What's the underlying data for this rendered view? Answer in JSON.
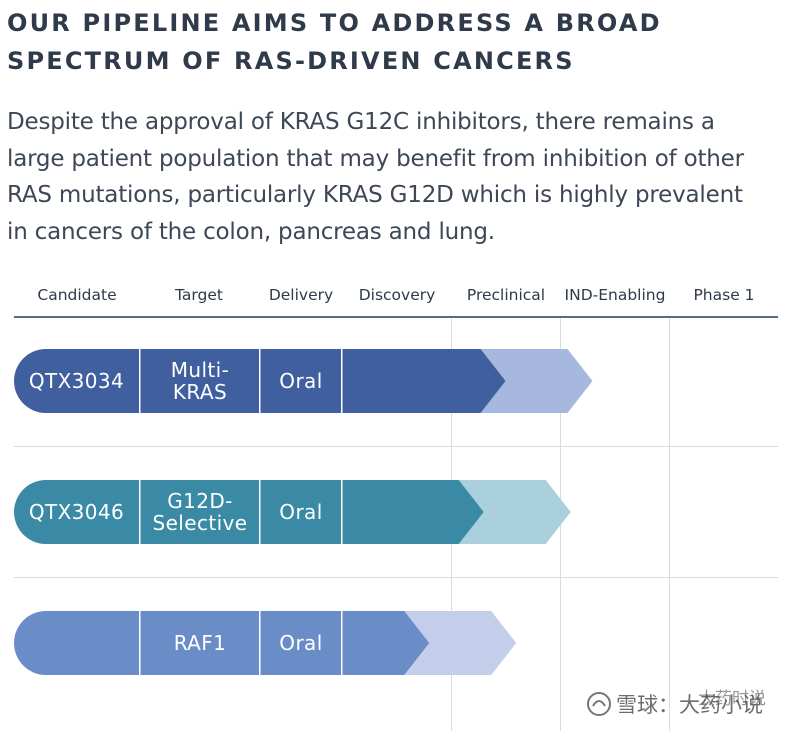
{
  "title": {
    "line1": "OUR PIPELINE AIMS TO ADDRESS A BROAD",
    "line2": "SPECTRUM OF RAS-DRIVEN CANCERS"
  },
  "intro": {
    "line1": "Despite the approval of KRAS G12C inhibitors, there remains a",
    "line2": "large patient population that may benefit from inhibition of other",
    "line3": "RAS mutations, particularly KRAS G12D which is highly prevalent",
    "line4": "in cancers of the colon, pancreas and lung."
  },
  "columns": {
    "candidate": "Candidate",
    "target": "Target",
    "delivery": "Delivery",
    "discovery": "Discovery",
    "preclinical": "Preclinical",
    "ind_enabling": "IND-Enabling",
    "phase1": "Phase 1"
  },
  "colors": {
    "row1_dark": "#3f5f9f",
    "row1_light": "#a7b8de",
    "row2_dark": "#3a8aa6",
    "row2_light": "#a9d0dc",
    "row3_dark": "#6a8cc7",
    "row3_light": "#c3cfea"
  },
  "chart_data": {
    "type": "table",
    "stages": [
      "Discovery",
      "Preclinical",
      "IND-Enabling",
      "Phase 1"
    ],
    "rows": [
      {
        "candidate": "QTX3034",
        "target": "Multi-\nKRAS",
        "delivery": "Oral",
        "progress_stages_completed": 1.5
      },
      {
        "candidate": "QTX3046",
        "target": "G12D-\nSelective",
        "delivery": "Oral",
        "progress_stages_completed": 1.3
      },
      {
        "candidate": "",
        "target": "RAF1",
        "delivery": "Oral",
        "progress_stages_completed": 0.8
      }
    ]
  },
  "watermark": {
    "text": "雪球：大药小说",
    "overlay": "大药时说"
  }
}
